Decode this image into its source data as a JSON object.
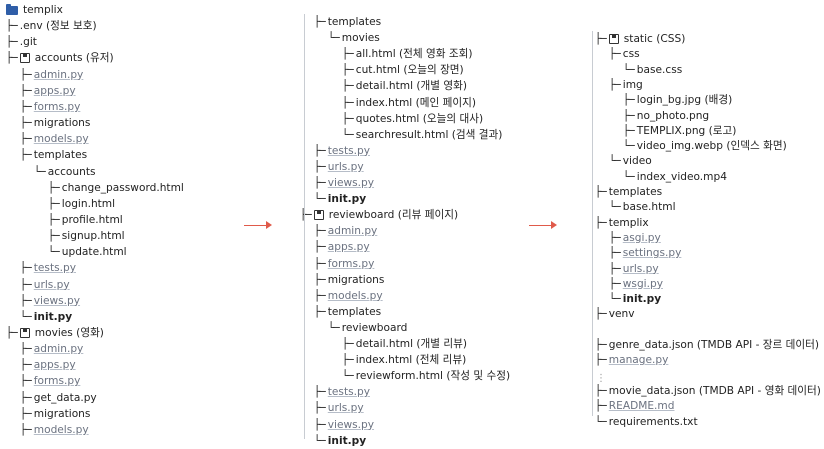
{
  "col1": [
    {
      "t": "templix",
      "icon": "folder",
      "d": 0,
      "c": ""
    },
    {
      "t": ".env (정보 보호)",
      "d": 0,
      "c": "├─"
    },
    {
      "t": ".git",
      "d": 0,
      "c": "├─"
    },
    {
      "t": "accounts (유저)",
      "icon": "save",
      "d": 0,
      "c": "├─"
    },
    {
      "t": "admin.py",
      "d": 1,
      "c": "├─",
      "s": "muted ul"
    },
    {
      "t": "apps.py",
      "d": 1,
      "c": "├─",
      "s": "muted ul"
    },
    {
      "t": "forms.py",
      "d": 1,
      "c": "├─",
      "s": "muted ul"
    },
    {
      "t": "migrations",
      "d": 1,
      "c": "├─"
    },
    {
      "t": "models.py",
      "d": 1,
      "c": "├─",
      "s": "muted ul"
    },
    {
      "t": "templates",
      "d": 1,
      "c": "├─"
    },
    {
      "t": "accounts",
      "d": 2,
      "c": "└─"
    },
    {
      "t": "change_password.html",
      "d": 3,
      "c": "├─"
    },
    {
      "t": "login.html",
      "d": 3,
      "c": "├─"
    },
    {
      "t": "profile.html",
      "d": 3,
      "c": "├─"
    },
    {
      "t": "signup.html",
      "d": 3,
      "c": "├─"
    },
    {
      "t": "update.html",
      "d": 3,
      "c": "└─"
    },
    {
      "t": "tests.py",
      "d": 1,
      "c": "├─",
      "s": "muted ul"
    },
    {
      "t": "urls.py",
      "d": 1,
      "c": "├─",
      "s": "muted ul"
    },
    {
      "t": "views.py",
      "d": 1,
      "c": "├─",
      "s": "muted ul"
    },
    {
      "t": "init.py",
      "d": 1,
      "c": "└─",
      "s": "bold"
    },
    {
      "t": "movies (영화)",
      "icon": "save",
      "d": 0,
      "c": "├─"
    },
    {
      "t": "admin.py",
      "d": 1,
      "c": "├─",
      "s": "muted ul"
    },
    {
      "t": "apps.py",
      "d": 1,
      "c": "├─",
      "s": "muted ul"
    },
    {
      "t": "forms.py",
      "d": 1,
      "c": "├─",
      "s": "muted ul"
    },
    {
      "t": "get_data.py",
      "d": 1,
      "c": "├─"
    },
    {
      "t": "migrations",
      "d": 1,
      "c": "├─"
    },
    {
      "t": "models.py",
      "d": 1,
      "c": "├─",
      "s": "muted ul"
    }
  ],
  "col2": [
    {
      "t": "templates",
      "d": 1,
      "c": "├─"
    },
    {
      "t": "movies",
      "d": 2,
      "c": "└─"
    },
    {
      "t": "all.html (전체 영화 조회)",
      "d": 3,
      "c": "├─"
    },
    {
      "t": "cut.html (오늘의 장면)",
      "d": 3,
      "c": "├─"
    },
    {
      "t": "detail.html (개별 영화)",
      "d": 3,
      "c": "├─"
    },
    {
      "t": "index.html (메인 페이지)",
      "d": 3,
      "c": "├─"
    },
    {
      "t": "quotes.html (오늘의 대사)",
      "d": 3,
      "c": "├─"
    },
    {
      "t": "searchresult.html (검색 결과)",
      "d": 3,
      "c": "└─"
    },
    {
      "t": "tests.py",
      "d": 1,
      "c": "├─",
      "s": "muted ul"
    },
    {
      "t": "urls.py",
      "d": 1,
      "c": "├─",
      "s": "muted ul"
    },
    {
      "t": "views.py",
      "d": 1,
      "c": "├─",
      "s": "muted ul"
    },
    {
      "t": "init.py",
      "d": 1,
      "c": "└─",
      "s": "bold"
    },
    {
      "t": "reviewboard (리뷰 페이지)",
      "icon": "save",
      "d": 0,
      "c": "├─"
    },
    {
      "t": "admin.py",
      "d": 1,
      "c": "├─",
      "s": "muted ul"
    },
    {
      "t": "apps.py",
      "d": 1,
      "c": "├─",
      "s": "muted ul"
    },
    {
      "t": "forms.py",
      "d": 1,
      "c": "├─",
      "s": "muted ul"
    },
    {
      "t": "migrations",
      "d": 1,
      "c": "├─"
    },
    {
      "t": "models.py",
      "d": 1,
      "c": "├─",
      "s": "muted ul"
    },
    {
      "t": "templates",
      "d": 1,
      "c": "├─"
    },
    {
      "t": "reviewboard",
      "d": 2,
      "c": "└─"
    },
    {
      "t": "detail.html (개별 리뷰)",
      "d": 3,
      "c": "├─"
    },
    {
      "t": "index.html (전체 리뷰)",
      "d": 3,
      "c": "├─"
    },
    {
      "t": "reviewform.html (작성 및 수정)",
      "d": 3,
      "c": "└─"
    },
    {
      "t": "tests.py",
      "d": 1,
      "c": "├─",
      "s": "muted ul"
    },
    {
      "t": "urls.py",
      "d": 1,
      "c": "├─",
      "s": "muted ul"
    },
    {
      "t": "views.py",
      "d": 1,
      "c": "├─",
      "s": "muted ul"
    },
    {
      "t": "init.py",
      "d": 1,
      "c": "└─",
      "s": "bold"
    }
  ],
  "col3": [
    {
      "t": "static (CSS)",
      "icon": "save",
      "d": 0,
      "c": "├─"
    },
    {
      "t": "css",
      "d": 1,
      "c": "├─"
    },
    {
      "t": "base.css",
      "d": 2,
      "c": "└─"
    },
    {
      "t": "img",
      "d": 1,
      "c": "├─"
    },
    {
      "t": "login_bg.jpg (배경)",
      "d": 2,
      "c": "├─"
    },
    {
      "t": "no_photo.png",
      "d": 2,
      "c": "├─"
    },
    {
      "t": "TEMPLIX.png (로고)",
      "d": 2,
      "c": "├─"
    },
    {
      "t": "video_img.webp (인덱스 화면)",
      "d": 2,
      "c": "└─"
    },
    {
      "t": "video",
      "d": 1,
      "c": "└─"
    },
    {
      "t": "index_video.mp4",
      "d": 2,
      "c": "└─"
    },
    {
      "t": "templates",
      "d": 0,
      "c": "├─"
    },
    {
      "t": "base.html",
      "d": 1,
      "c": "└─"
    },
    {
      "t": "templix",
      "d": 0,
      "c": "├─"
    },
    {
      "t": "asgi.py",
      "d": 1,
      "c": "├─",
      "s": "muted ul"
    },
    {
      "t": "settings.py",
      "d": 1,
      "c": "├─",
      "s": "muted ul"
    },
    {
      "t": "urls.py",
      "d": 1,
      "c": "├─",
      "s": "muted ul"
    },
    {
      "t": "wsgi.py",
      "d": 1,
      "c": "├─",
      "s": "muted ul"
    },
    {
      "t": "init.py",
      "d": 1,
      "c": "└─",
      "s": "bold"
    },
    {
      "t": "venv",
      "d": 0,
      "c": "├─"
    },
    {
      "t": "",
      "d": 0,
      "c": ""
    },
    {
      "t": "genre_data.json (TMDB API - 장르 데이터)",
      "d": 0,
      "c": "├─"
    },
    {
      "t": "manage.py",
      "d": 0,
      "c": "├─",
      "s": "muted ul"
    },
    {
      "t": "",
      "d": 0,
      "c": ""
    },
    {
      "t": "movie_data.json (TMDB API - 영화 데이터)",
      "d": 0,
      "c": "├─"
    },
    {
      "t": "README.md",
      "d": 0,
      "c": "├─",
      "s": "muted ul"
    },
    {
      "t": "requirements.txt",
      "d": 0,
      "c": "└─"
    }
  ],
  "colors": {
    "arrow": "#e05a4a",
    "folder": "#2f5ea8",
    "muted": "#6b7280"
  }
}
